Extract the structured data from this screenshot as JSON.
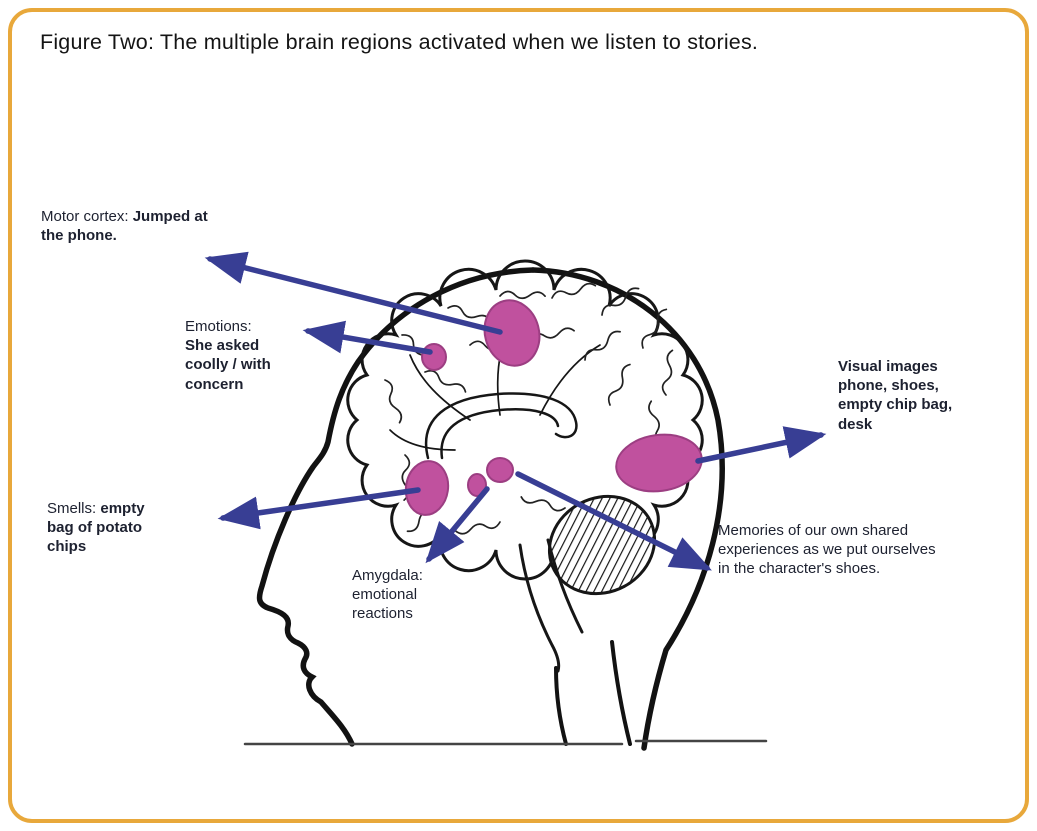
{
  "figure": {
    "title": "Figure Two: The multiple brain regions activated when we listen to stories."
  },
  "colors": {
    "border": "#E8A83B",
    "arrow": "#383E94",
    "region": "#C0519E",
    "region-edge": "#9C3E82",
    "ink": "#121212"
  },
  "annotations": {
    "motor_cortex": {
      "lead": "Motor cortex:",
      "detail": "Jumped at the phone."
    },
    "emotions": {
      "lead": "Emotions:",
      "detail": "She asked coolly / with concern"
    },
    "smells": {
      "lead": "Smells:",
      "detail": "empty bag of potato chips"
    },
    "amygdala": {
      "detail": "Amygdala: emotional reactions"
    },
    "visual_images": {
      "detail": "Visual images phone, shoes, empty chip bag, desk"
    },
    "memories": {
      "detail": "Memories of our own shared experiences as we put ourselves in the character's shoes."
    }
  },
  "regions": [
    {
      "name": "motor-cortex-region"
    },
    {
      "name": "emotion-region"
    },
    {
      "name": "smell-region"
    },
    {
      "name": "amygdala-region"
    },
    {
      "name": "hippocampus-region"
    },
    {
      "name": "visual-cortex-region"
    }
  ]
}
